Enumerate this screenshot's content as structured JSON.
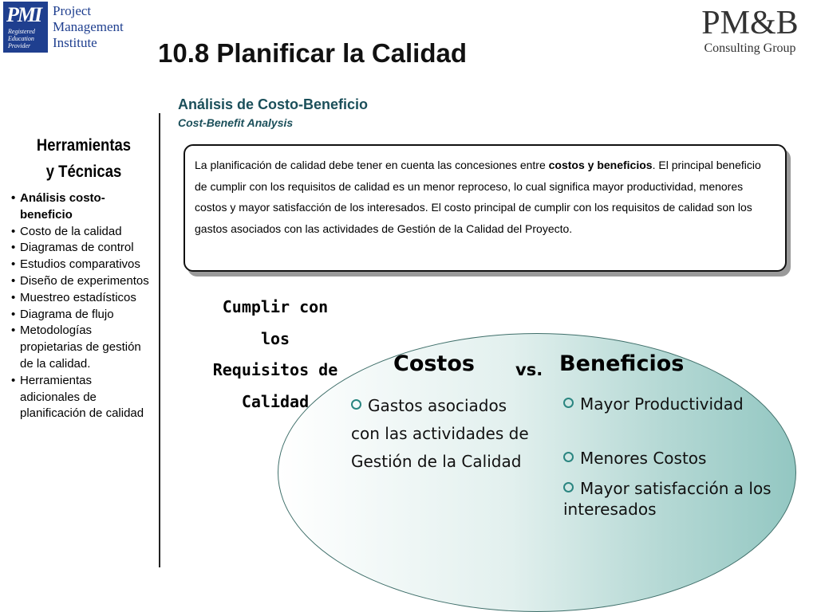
{
  "logos": {
    "pmi": {
      "mark": "PMI",
      "small_lines": [
        "Registered",
        "Education",
        "Provider"
      ],
      "name_lines": [
        "Project",
        "Management",
        "Institute"
      ],
      "color": "#1f3f8f"
    },
    "pmb": {
      "mark": "PM&B",
      "subtitle": "Consulting Group"
    }
  },
  "slide": {
    "title": "10.8 Planificar la Calidad",
    "section_title": "Análisis de Costo-Beneficio",
    "section_subtitle": "Cost-Benefit Analysis",
    "accent_color": "#1b4f5a"
  },
  "sidebar": {
    "heading": "Herramientas y Técnicas",
    "items": [
      "Análisis costo-beneficio",
      "Costo de la calidad",
      "Diagramas de control",
      "Estudios comparativos",
      "Diseño de experimentos",
      "Muestreo estadísticos",
      "Diagrama de flujo",
      "Metodologías propietarias de gestión de la calidad.",
      "Herramientas adicionales de planificación de calidad"
    ]
  },
  "info_box": {
    "text_before": "La planificación de calidad debe tener en cuenta las concesiones entre ",
    "text_bold": "costos y beneficios",
    "text_after": ". El principal beneficio de cumplir con los requisitos de calidad es un menor reproceso, lo cual significa mayor productividad, menores costos y mayor satisfacción de los interesados. El costo principal de cumplir con los requisitos de calidad son los gastos asociados con las actividades de Gestión de la Calidad del Proyecto."
  },
  "comparison": {
    "criteria": "Cumplir con los Requisitos de Calidad",
    "costs_heading": "Costos",
    "vs": "vs.",
    "benefits_heading": "Beneficios",
    "costs_items": [
      "Gastos asociados con las actividades de Gestión de la Calidad"
    ],
    "benefits_items": [
      "Mayor Productividad",
      "Menores Costos",
      "Mayor satisfacción a los interesados"
    ],
    "bullet_color": "#2a8580",
    "ellipse_colors": [
      "#ffffff",
      "#93c7c2"
    ]
  }
}
